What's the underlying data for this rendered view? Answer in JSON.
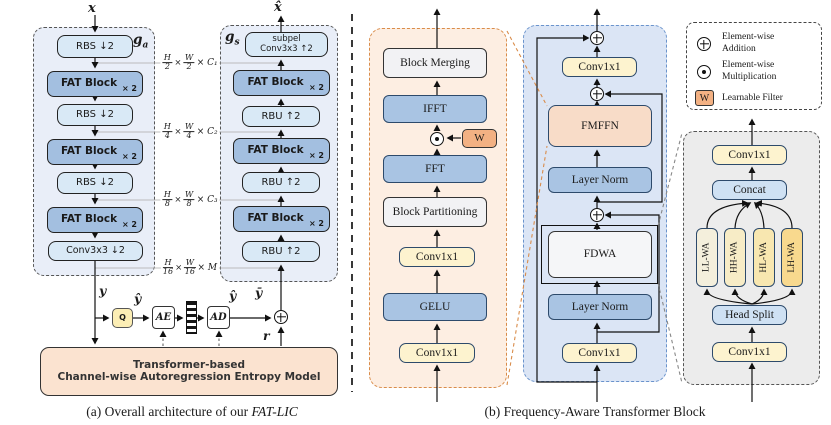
{
  "figure": {
    "caption_a_prefix": "(a) Overall architecture of our ",
    "caption_a_model": "FAT-LIC",
    "caption_b": "(b) Frequency-Aware Transformer Block"
  },
  "part_a": {
    "input_label": "x̂",
    "input_label_plain": "x",
    "output_label": "x̂",
    "encoder": {
      "name_main": "g",
      "name_sub": "a",
      "blocks": [
        {
          "label": "RBS ↓2"
        },
        {
          "label": "FAT Block",
          "mult": "× 2"
        },
        {
          "label": "RBS ↓2"
        },
        {
          "label": "FAT Block",
          "mult": "× 2"
        },
        {
          "label": "RBS ↓2"
        },
        {
          "label": "FAT Block",
          "mult": "× 2"
        },
        {
          "label": "Conv3x3 ↓2"
        }
      ]
    },
    "decoder": {
      "name_main": "g",
      "name_sub": "s",
      "subpel": {
        "line1": "subpel",
        "line2": "Conv3x3 ↑2"
      },
      "blocks": [
        {
          "label": "FAT Block",
          "mult": "× 2"
        },
        {
          "label": "RBU ↑2"
        },
        {
          "label": "FAT Block",
          "mult": "× 2"
        },
        {
          "label": "RBU ↑2"
        },
        {
          "label": "FAT Block",
          "mult": "× 2"
        },
        {
          "label": "RBU ↑2"
        }
      ]
    },
    "dims": [
      {
        "n1": "H",
        "d1": "2",
        "times": "×",
        "n2": "W",
        "d2": "2",
        "tail": "× C₁"
      },
      {
        "n1": "H",
        "d1": "4",
        "times": "×",
        "n2": "W",
        "d2": "4",
        "tail": "× C₂"
      },
      {
        "n1": "H",
        "d1": "8",
        "times": "×",
        "n2": "W",
        "d2": "8",
        "tail": "× C₃"
      },
      {
        "n1": "H",
        "d1": "16",
        "times": "×",
        "n2": "W",
        "d2": "16",
        "tail": "× M"
      }
    ],
    "latent": {
      "y": "y",
      "y_hat_enc": "ŷ",
      "quantizer": "Q",
      "arith_encoder": "AE",
      "arith_decoder": "AD",
      "y_hat_dec": "ŷ",
      "y_bar": "ȳ",
      "residual": "r"
    },
    "entropy_model": {
      "line1": "Transformer-based",
      "line2": "Channel-wise Autoregression Entropy Model"
    }
  },
  "part_b": {
    "fmffn_detail": {
      "blocks": [
        "Block Merging",
        "IFFT",
        "FFT",
        "Block Partitioning",
        "Conv1x1",
        "GELU",
        "Conv1x1"
      ],
      "filter_label": "W"
    },
    "fat_block": {
      "blocks": [
        "Conv1x1",
        "FMFFN",
        "Layer Norm",
        "FDWA",
        "Layer Norm",
        "Conv1x1"
      ]
    },
    "fdwa_detail": {
      "top_blocks": [
        "Conv1x1",
        "Concat"
      ],
      "wa_branches": [
        "LL-WA",
        "HH-WA",
        "HL-WA",
        "LH-WA"
      ],
      "bottom_blocks": [
        "Head Split",
        "Conv1x1"
      ]
    },
    "legend": {
      "items": [
        {
          "line1": "Element-wise",
          "line2": "Addition"
        },
        {
          "line1": "Element-wise",
          "line2": "Multiplication"
        },
        {
          "line1": "Learnable Filter"
        }
      ],
      "filter_label": "W"
    }
  },
  "colors": {
    "encoder_panel_bg": "#e9eef8",
    "orange_panel_bg": "#fdeee2",
    "orange_panel_border": "#d98c4a",
    "blue_panel_bg": "#dbe5f5",
    "blue_panel_border": "#6a93cc",
    "gray_panel_bg": "#ececec",
    "fat_block_fill": "#a3bfe0",
    "light_block_fill": "#d9e9f6",
    "yellow_block_fill": "#fdf3cf",
    "blue_block_fill": "#a9c4e3",
    "gray_block_fill": "#f2f2f4",
    "peach_block_fill": "#f8dcc8",
    "learnable_filter_fill": "#f3b183",
    "concat_fill": "#cfe1f3",
    "entropy_fill": "#fbe3d0",
    "quantizer_fill": "#fceeb5",
    "wa_fills": [
      "#f4efdc",
      "#f7ecc6",
      "#f8e7b0",
      "#f8d98e"
    ]
  }
}
